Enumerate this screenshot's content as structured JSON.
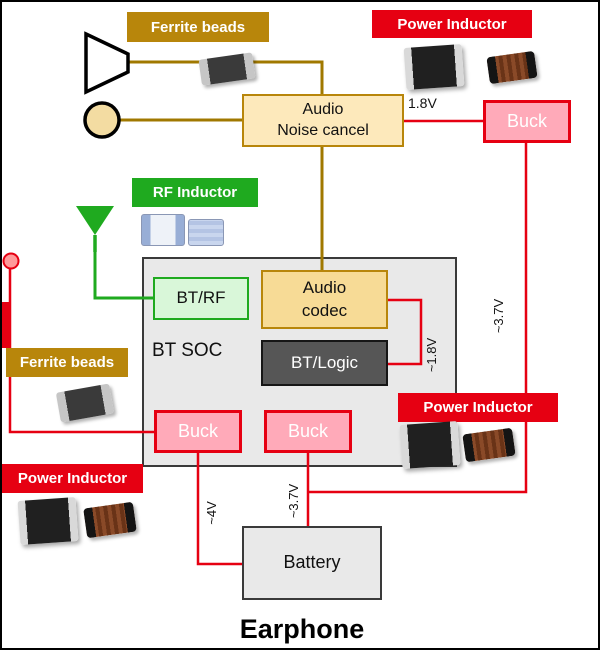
{
  "diagram": {
    "title": "Earphone"
  },
  "tags": {
    "ferrite_beads_top": "Ferrite beads",
    "power_inductor_top": "Power Inductor",
    "rf_inductor": "RF Inductor",
    "ferrite_beads_left": "Ferrite beads",
    "power_inductor_right": "Power Inductor",
    "power_inductor_bottom": "Power Inductor"
  },
  "blocks": {
    "audio_noise_cancel_line1": "Audio",
    "audio_noise_cancel_line2": "Noise cancel",
    "buck_top": "Buck",
    "bt_rf": "BT/RF",
    "audio_codec_line1": "Audio",
    "audio_codec_line2": "codec",
    "bt_soc": "BT SOC",
    "bt_logic": "BT/Logic",
    "buck_left": "Buck",
    "buck_right": "Buck",
    "battery": "Battery"
  },
  "voltages": {
    "v18_top": "1.8V",
    "v18_codec_rail": "~1.8V",
    "v37_right_rail": "~3.7V",
    "v37_battery": "~3.7V",
    "v4_battery": "~4V"
  },
  "icons": {
    "speaker": "speaker-horn-icon",
    "microphone": "microphone-icon",
    "antenna": "antenna-icon",
    "mic_port": "port-dot-icon",
    "ferrite_bead_chip": "ferrite-bead-chip-icon",
    "power_inductor_chip": "power-inductor-chip-icon",
    "wound_inductor_chip": "wound-inductor-chip-icon",
    "rf_inductor_chip": "rf-inductor-chip-icon"
  },
  "colors": {
    "gold_label": "#b8860b",
    "red_label": "#e60012",
    "green_label": "#1faa1f",
    "audio_wire": "#a07800",
    "power_wire": "#e60012",
    "rf_wire": "#1faa1f",
    "buck_fill": "#ffaab9",
    "noise_cancel_fill": "#fde9bb",
    "codec_fill": "#f7db96",
    "bt_rf_fill": "#d9f7d9",
    "bt_logic_fill": "#565656",
    "soc_fill": "#e9e9e9",
    "battery_fill": "#e9e9e9"
  }
}
